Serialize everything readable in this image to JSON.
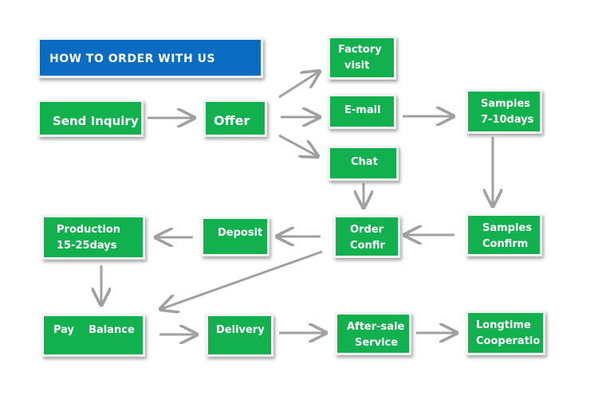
{
  "title": "HOW   TO   ORDER   WITH   US",
  "steps": {
    "send_inquiry": "Send  Inquiry",
    "offer": "Offer",
    "factory_visit": [
      "Factory",
      "visit"
    ],
    "email": "E-mail",
    "chat": "Chat",
    "samples": [
      "Samples",
      "7-10days"
    ],
    "samples_confirm": [
      "Samples",
      "Confirm"
    ],
    "order_confirm": [
      "Order",
      "Confir"
    ],
    "deposit": "Deposit",
    "production": [
      "Production",
      "15-25days"
    ],
    "pay_balance": "Pay    Balance",
    "delivery": "Delivery",
    "after_sale": [
      "After-sale",
      "Service"
    ],
    "longtime": [
      "Longtime",
      "Cooperatio"
    ]
  },
  "colors": {
    "green": "#12b04f",
    "blue": "#0a6bc3",
    "arrow": "#a0a0a0"
  }
}
